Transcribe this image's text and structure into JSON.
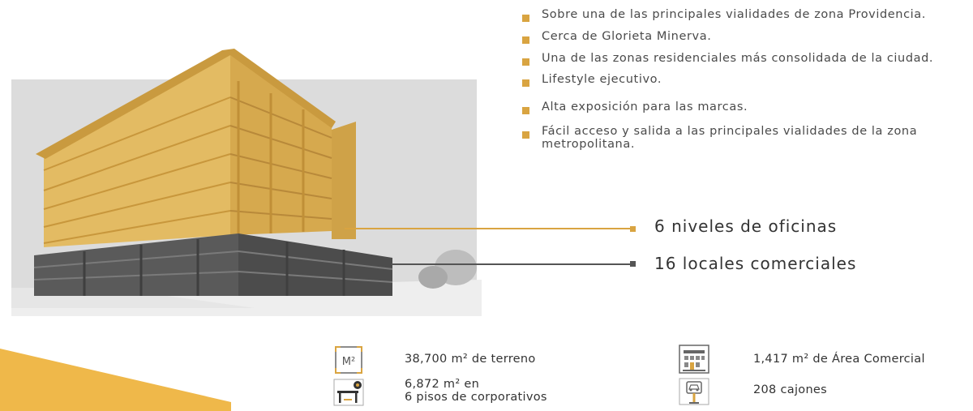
{
  "colors": {
    "gold": "#d9a441",
    "dark": "#555555",
    "accent_triangle": "#efb84a"
  },
  "features": [
    "Sobre una de las  principales vialidades de zona Providencia.",
    "Cerca de Glorieta Minerva.",
    "Una de las zonas residenciales más consolidada de la ciudad.",
    "Lifestyle ejecutivo.",
    "Alta exposición para las marcas.",
    "Fácil acceso y salida a las principales vialidades de la zona metropolitana."
  ],
  "callouts": {
    "offices": "6 niveles de oficinas",
    "retail": "16 locales comerciales"
  },
  "stats": {
    "land": "38,700 m² de terreno",
    "corporate_line1": "6,872 m² en",
    "corporate_line2": "6 pisos de corporativos",
    "commercial": "1,417 m² de Área Comercial",
    "parking": "208 cajones"
  },
  "icons": {
    "land": "m2-area-icon",
    "corporate": "office-desk-icon",
    "commercial": "storefront-icon",
    "parking": "parking-car-icon"
  },
  "icon_text": {
    "land": "M²"
  }
}
